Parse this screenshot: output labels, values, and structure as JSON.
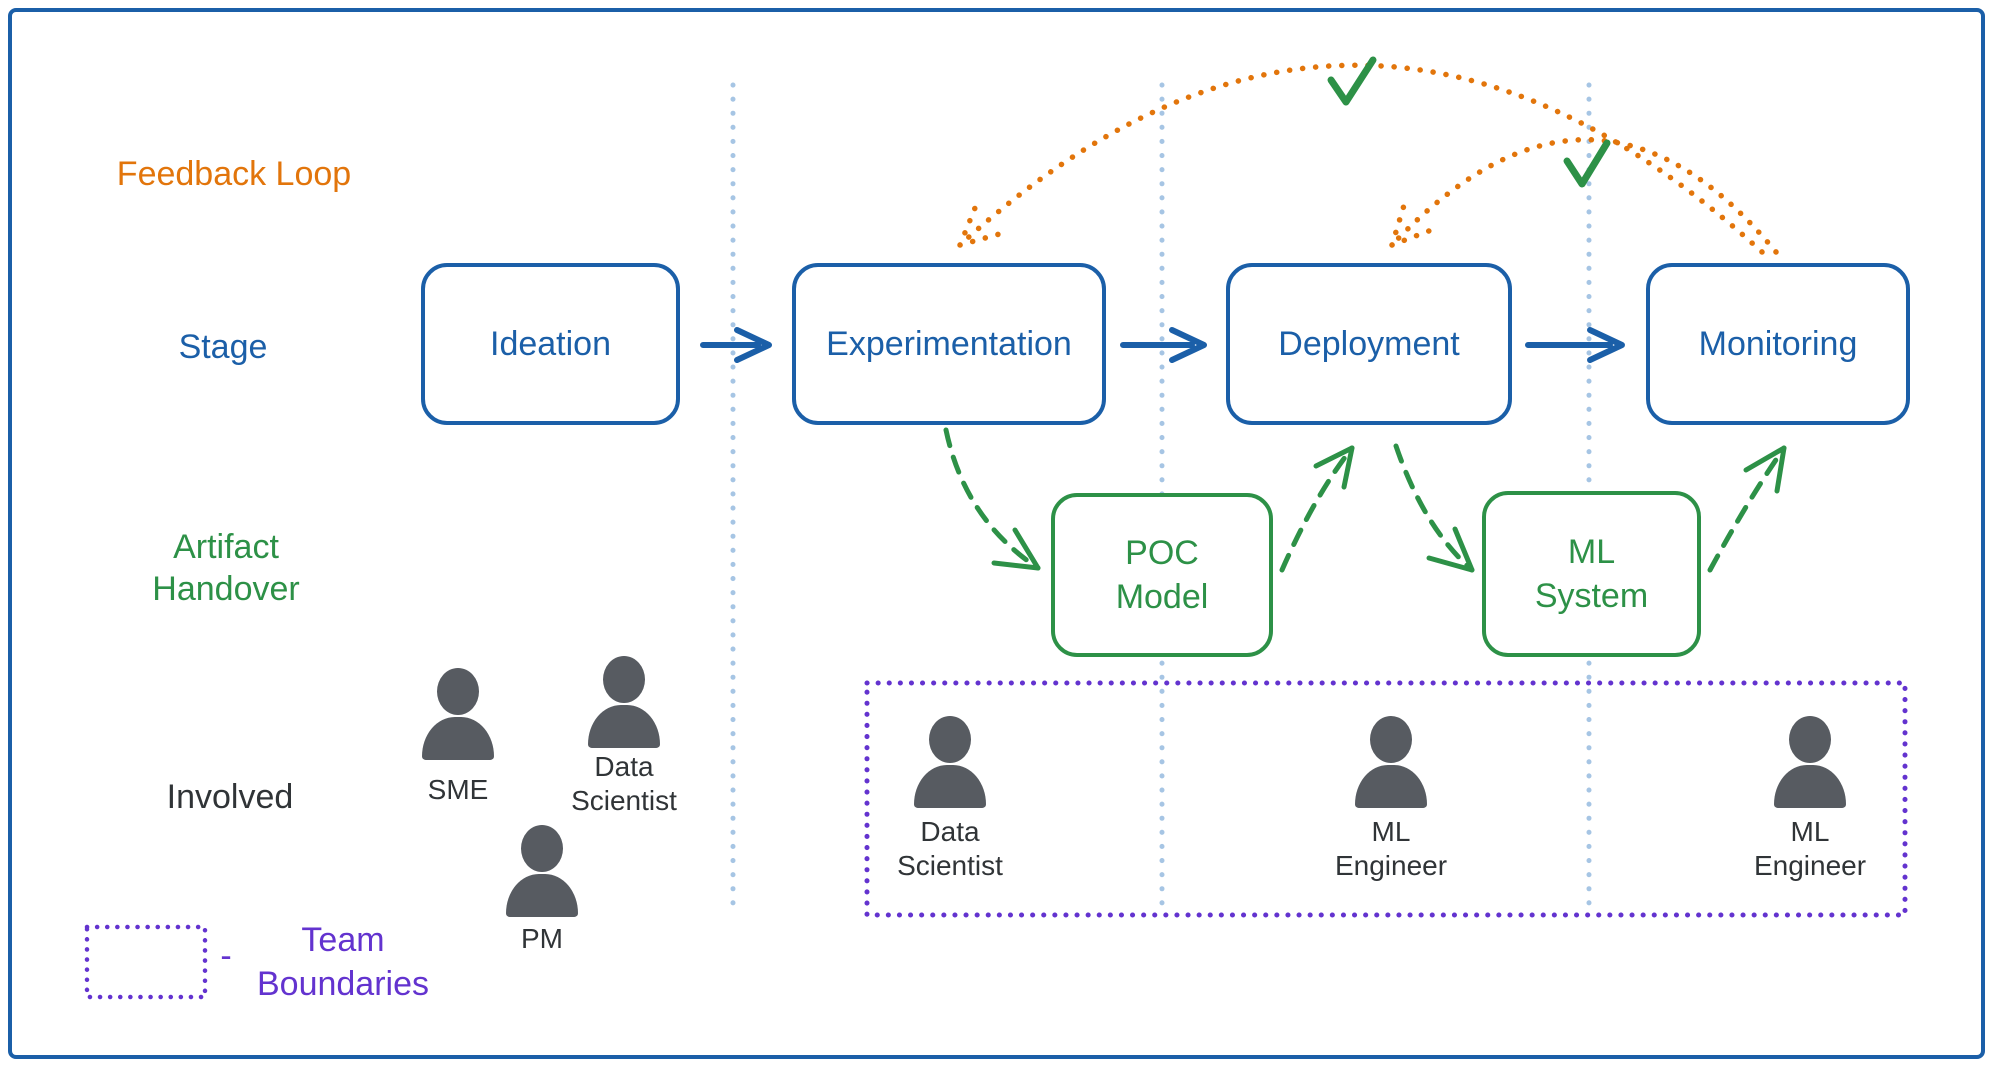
{
  "title_labels": {
    "feedback_loop": "Feedback Loop",
    "stage": "Stage",
    "artifact_line1": "Artifact",
    "artifact_line2": "Handover",
    "involved": "Involved"
  },
  "stages": [
    {
      "label": "Ideation"
    },
    {
      "label": "Experimentation"
    },
    {
      "label": "Deployment"
    },
    {
      "label": "Monitoring"
    }
  ],
  "artifacts": [
    {
      "line1": "POC",
      "line2": "Model"
    },
    {
      "line1": "ML",
      "line2": "System"
    }
  ],
  "people_outside": [
    {
      "label": "SME"
    },
    {
      "line1": "Data",
      "line2": "Scientist"
    },
    {
      "label": "PM"
    }
  ],
  "people_inside": [
    {
      "line1": "Data",
      "line2": "Scientist"
    },
    {
      "line1": "ML",
      "line2": "Engineer"
    },
    {
      "line1": "ML",
      "line2": "Engineer"
    }
  ],
  "legend": {
    "dash": "-",
    "line1": "Team",
    "line2": "Boundaries"
  },
  "icons": {
    "person": "person-icon",
    "checkmark": "check-icon",
    "flow_arrow": "arrow-right-icon",
    "feedback_arc": "dotted-arc-arrow",
    "handover_arrow": "dashed-curve-arrow"
  },
  "colors": {
    "stage_blue": "#1B5FA8",
    "separator_light_blue": "#A6C5E4",
    "feedback_orange": "#E2750B",
    "artifact_green": "#2D9147",
    "team_purple": "#6333CF",
    "person_gray": "#575B61",
    "label_dark": "#303437",
    "background": "#FFFFFF"
  }
}
